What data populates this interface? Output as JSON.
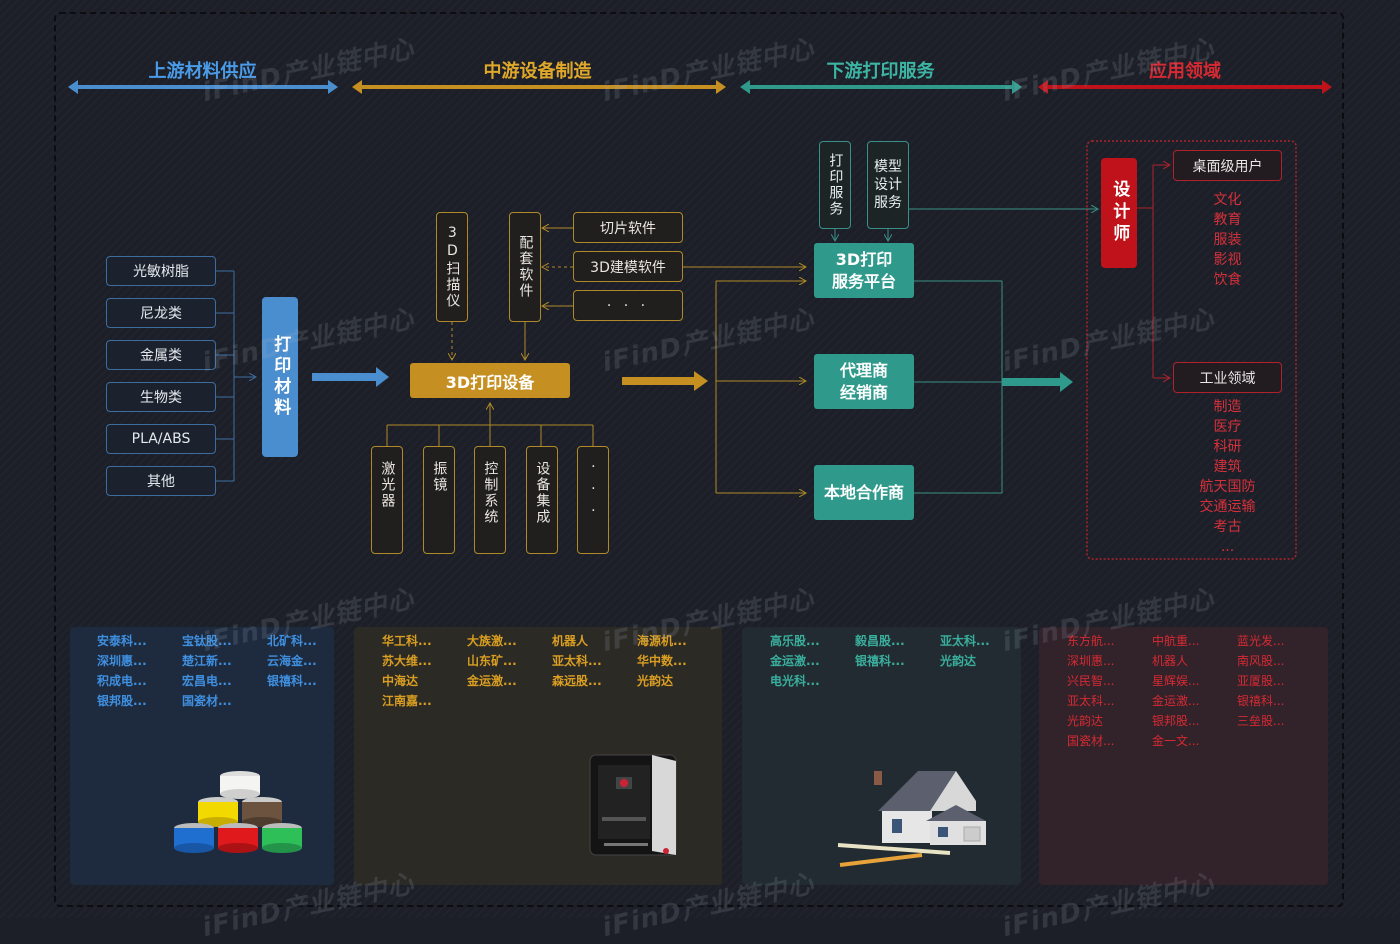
{
  "headers": {
    "upstream": "上游材料供应",
    "midstream": "中游设备制造",
    "downstream": "下游打印服务",
    "application": "应用领域"
  },
  "colors": {
    "upstream": "#4a8ed0",
    "midstream": "#c58f22",
    "downstream": "#2f9a8b",
    "application": "#c0121a"
  },
  "upstream": {
    "materials": [
      "光敏树脂",
      "尼龙类",
      "金属类",
      "生物类",
      "PLA/ABS",
      "其他"
    ],
    "hub": "打印材料"
  },
  "midstream": {
    "scanner": "3D扫描仪",
    "software_kit": "配套软件",
    "software_items": [
      "切片软件",
      "3D建模软件",
      "· · ·"
    ],
    "hub": "3D打印设备",
    "components": [
      "激光器",
      "振镜",
      "控制系统",
      "设备集成",
      "···"
    ]
  },
  "downstream": {
    "print_service": "打印服务",
    "model_design": "模型设计服务",
    "platform": "3D打印服务平台",
    "platform_lines": [
      "3D打印",
      "服务平台"
    ],
    "agents_lines": [
      "代理商",
      "经销商"
    ],
    "local": "本地合作商"
  },
  "application": {
    "designer": "设计师",
    "desktop": {
      "label": "桌面级用户",
      "items": [
        "文化",
        "教育",
        "服装",
        "影视",
        "饮食"
      ]
    },
    "industrial": {
      "label": "工业领域",
      "items": [
        "制造",
        "医疗",
        "科研",
        "建筑",
        "航天国防",
        "交通运输",
        "考古",
        "..."
      ]
    }
  },
  "companies": {
    "upstream": [
      "安泰科...",
      "宝钛股...",
      "北矿科...",
      "深圳惠...",
      "楚江新...",
      "云海金...",
      "积成电...",
      "宏昌电...",
      "银禧科...",
      "银邦股...",
      "国瓷材..."
    ],
    "midstream": [
      "华工科...",
      "大族激...",
      "机器人",
      "海源机...",
      "苏大维...",
      "山东矿...",
      "亚太科...",
      "华中数...",
      "中海达",
      "金运激...",
      "森远股...",
      "光韵达",
      "江南嘉..."
    ],
    "downstream": [
      "高乐股...",
      "毅昌股...",
      "亚太科...",
      "金运激...",
      "银禧科...",
      "光韵达",
      "电光科..."
    ],
    "application": [
      "东方航...",
      "中航重...",
      "蓝光发...",
      "深圳惠...",
      "机器人",
      "南风股...",
      "兴民智...",
      "星辉娱...",
      "亚厦股...",
      "亚太科...",
      "金运激...",
      "银禧科...",
      "光韵达",
      "银邦股...",
      "三垒股...",
      "国瓷材...",
      "金一文..."
    ]
  },
  "images": {
    "upstream": "filament-spools",
    "midstream": "3d-printer",
    "downstream": "house-model"
  },
  "watermark": "iFinD产业链中心"
}
